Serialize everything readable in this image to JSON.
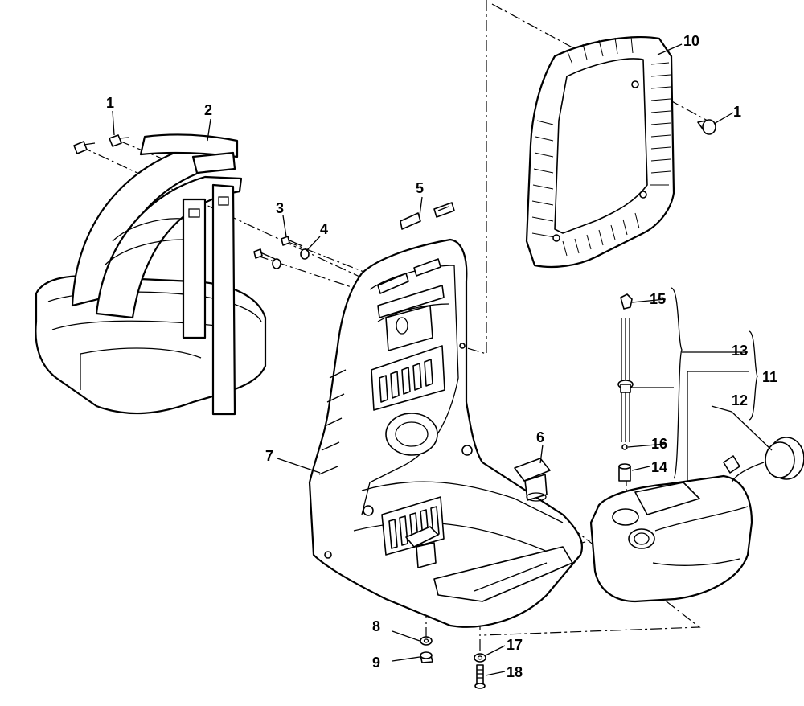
{
  "callouts": {
    "c1a": "1",
    "c1b": "1",
    "c2": "2",
    "c3": "3",
    "c4": "4",
    "c5": "5",
    "c6": "6",
    "c7": "7",
    "c8": "8",
    "c9": "9",
    "c10": "10",
    "c11": "11",
    "c12": "12",
    "c13": "13",
    "c14": "14",
    "c15": "15",
    "c16": "16",
    "c17": "17",
    "c18": "18"
  }
}
